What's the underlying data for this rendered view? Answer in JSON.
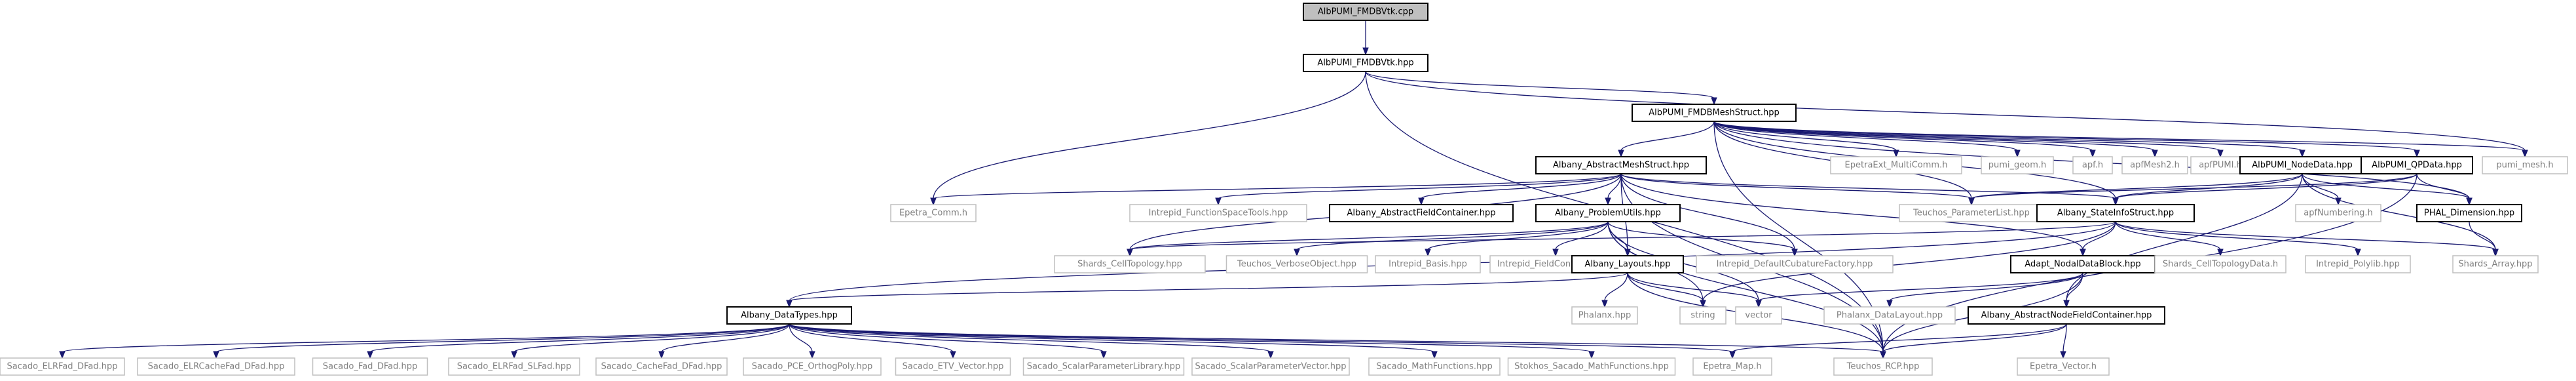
{
  "title": "AlbPUMI_FMDBVtk.cpp",
  "edge_color": "#191970",
  "nodes": [
    {
      "id": "n0",
      "label": "AlbPUMI_FMDBVtk.cpp",
      "style": "root"
    },
    {
      "id": "n1",
      "label": "AlbPUMI_FMDBVtk.hpp",
      "style": "documented"
    },
    {
      "id": "n2",
      "label": "AlbPUMI_FMDBMeshStruct.hpp",
      "style": "documented"
    },
    {
      "id": "n3",
      "label": "Albany_AbstractMeshStruct.hpp",
      "style": "documented"
    },
    {
      "id": "n4",
      "label": "Epetra_Comm.h",
      "style": "external"
    },
    {
      "id": "n5",
      "label": "Intrepid_FunctionSpaceTools.hpp",
      "style": "external"
    },
    {
      "id": "n6",
      "label": "Albany_AbstractFieldContainer.hpp",
      "style": "documented"
    },
    {
      "id": "n7",
      "label": "Albany_ProblemUtils.hpp",
      "style": "documented"
    },
    {
      "id": "n8",
      "label": "Teuchos_ParameterList.hpp",
      "style": "external"
    },
    {
      "id": "n9",
      "label": "Albany_StateInfoStruct.hpp",
      "style": "documented"
    },
    {
      "id": "n10",
      "label": "EpetraExt_MultiComm.h",
      "style": "external"
    },
    {
      "id": "n11",
      "label": "pumi_geom.h",
      "style": "external"
    },
    {
      "id": "n12",
      "label": "apf.h",
      "style": "external"
    },
    {
      "id": "n13",
      "label": "apfMesh2.h",
      "style": "external"
    },
    {
      "id": "n14",
      "label": "apfPUMI.h",
      "style": "external"
    },
    {
      "id": "n15",
      "label": "AlbPUMI_NodeData.hpp",
      "style": "documented"
    },
    {
      "id": "n16",
      "label": "AlbPUMI_QPData.hpp",
      "style": "documented"
    },
    {
      "id": "n17",
      "label": "pumi_mesh.h",
      "style": "external"
    },
    {
      "id": "n18",
      "label": "apfNumbering.h",
      "style": "external"
    },
    {
      "id": "n19",
      "label": "PHAL_Dimension.hpp",
      "style": "documented"
    },
    {
      "id": "n20",
      "label": "Shards_Array.hpp",
      "style": "external"
    },
    {
      "id": "n21",
      "label": "Shards_CellTopology.hpp",
      "style": "external"
    },
    {
      "id": "n22",
      "label": "Teuchos_VerboseObject.hpp",
      "style": "external"
    },
    {
      "id": "n23",
      "label": "Intrepid_Basis.hpp",
      "style": "external"
    },
    {
      "id": "n24",
      "label": "Intrepid_FieldContainer.hpp",
      "style": "external"
    },
    {
      "id": "n25",
      "label": "Albany_Layouts.hpp",
      "style": "documented"
    },
    {
      "id": "n26",
      "label": "Intrepid_DefaultCubatureFactory.hpp",
      "style": "external"
    },
    {
      "id": "n27",
      "label": "Adapt_NodalDataBlock.hpp",
      "style": "documented"
    },
    {
      "id": "n28",
      "label": "Shards_CellTopologyData.h",
      "style": "external"
    },
    {
      "id": "n29",
      "label": "Intrepid_Polylib.hpp",
      "style": "external"
    },
    {
      "id": "n30",
      "label": "Albany_DataTypes.hpp",
      "style": "documented"
    },
    {
      "id": "n31",
      "label": "Phalanx.hpp",
      "style": "external"
    },
    {
      "id": "n32",
      "label": "string",
      "style": "external"
    },
    {
      "id": "n33",
      "label": "vector",
      "style": "external"
    },
    {
      "id": "n34",
      "label": "Phalanx_DataLayout.hpp",
      "style": "external"
    },
    {
      "id": "n35",
      "label": "Albany_AbstractNodeFieldContainer.hpp",
      "style": "documented"
    },
    {
      "id": "n36",
      "label": "Epetra_Vector.h",
      "style": "external"
    },
    {
      "id": "n37",
      "label": "Teuchos_RCP.hpp",
      "style": "external"
    },
    {
      "id": "n38",
      "label": "Epetra_Map.h",
      "style": "external"
    },
    {
      "id": "n39",
      "label": "Sacado_ELRFad_DFad.hpp",
      "style": "external"
    },
    {
      "id": "n40",
      "label": "Sacado_ELRCacheFad_DFad.hpp",
      "style": "external"
    },
    {
      "id": "n41",
      "label": "Sacado_Fad_DFad.hpp",
      "style": "external"
    },
    {
      "id": "n42",
      "label": "Sacado_ELRFad_SLFad.hpp",
      "style": "external"
    },
    {
      "id": "n43",
      "label": "Sacado_CacheFad_DFad.hpp",
      "style": "external"
    },
    {
      "id": "n44",
      "label": "Sacado_PCE_OrthogPoly.hpp",
      "style": "external"
    },
    {
      "id": "n45",
      "label": "Sacado_ETV_Vector.hpp",
      "style": "external"
    },
    {
      "id": "n46",
      "label": "Sacado_ScalarParameterLibrary.hpp",
      "style": "external"
    },
    {
      "id": "n47",
      "label": "Sacado_ScalarParameterVector.hpp",
      "style": "external"
    },
    {
      "id": "n48",
      "label": "Sacado_MathFunctions.hpp",
      "style": "external"
    },
    {
      "id": "n49",
      "label": "Stokhos_Sacado_MathFunctions.hpp",
      "style": "external"
    }
  ],
  "edges": [
    [
      "n0",
      "n1"
    ],
    [
      "n1",
      "n2"
    ],
    [
      "n1",
      "n4"
    ],
    [
      "n1",
      "n17"
    ],
    [
      "n1",
      "n37"
    ],
    [
      "n2",
      "n3"
    ],
    [
      "n2",
      "n8"
    ],
    [
      "n2",
      "n10"
    ],
    [
      "n2",
      "n11"
    ],
    [
      "n2",
      "n12"
    ],
    [
      "n2",
      "n13"
    ],
    [
      "n2",
      "n14"
    ],
    [
      "n2",
      "n15"
    ],
    [
      "n2",
      "n16"
    ],
    [
      "n2",
      "n17"
    ],
    [
      "n2",
      "n9"
    ],
    [
      "n2",
      "n37"
    ],
    [
      "n2",
      "n19"
    ],
    [
      "n3",
      "n4"
    ],
    [
      "n3",
      "n5"
    ],
    [
      "n3",
      "n6"
    ],
    [
      "n3",
      "n7"
    ],
    [
      "n3",
      "n8"
    ],
    [
      "n3",
      "n9"
    ],
    [
      "n3",
      "n21"
    ],
    [
      "n3",
      "n25"
    ],
    [
      "n3",
      "n26"
    ],
    [
      "n3",
      "n27"
    ],
    [
      "n3",
      "n37"
    ],
    [
      "n7",
      "n21"
    ],
    [
      "n7",
      "n22"
    ],
    [
      "n7",
      "n23"
    ],
    [
      "n7",
      "n24"
    ],
    [
      "n7",
      "n25"
    ],
    [
      "n7",
      "n26"
    ],
    [
      "n7",
      "n32"
    ],
    [
      "n7",
      "n33"
    ],
    [
      "n7",
      "n37"
    ],
    [
      "n15",
      "n8"
    ],
    [
      "n15",
      "n9"
    ],
    [
      "n15",
      "n18"
    ],
    [
      "n15",
      "n19"
    ],
    [
      "n15",
      "n35"
    ],
    [
      "n15",
      "n20"
    ],
    [
      "n16",
      "n8"
    ],
    [
      "n16",
      "n9"
    ],
    [
      "n16",
      "n19"
    ],
    [
      "n16",
      "n37"
    ],
    [
      "n9",
      "n21"
    ],
    [
      "n9",
      "n27"
    ],
    [
      "n9",
      "n28"
    ],
    [
      "n9",
      "n29"
    ],
    [
      "n9",
      "n20"
    ],
    [
      "n9",
      "n30"
    ],
    [
      "n9",
      "n32"
    ],
    [
      "n19",
      "n20"
    ],
    [
      "n25",
      "n30"
    ],
    [
      "n25",
      "n31"
    ],
    [
      "n25",
      "n32"
    ],
    [
      "n25",
      "n33"
    ],
    [
      "n25",
      "n37"
    ],
    [
      "n27",
      "n33"
    ],
    [
      "n27",
      "n34"
    ],
    [
      "n27",
      "n35"
    ],
    [
      "n27",
      "n37"
    ],
    [
      "n35",
      "n36"
    ],
    [
      "n35",
      "n37"
    ],
    [
      "n35",
      "n38"
    ],
    [
      "n30",
      "n39"
    ],
    [
      "n30",
      "n40"
    ],
    [
      "n30",
      "n41"
    ],
    [
      "n30",
      "n42"
    ],
    [
      "n30",
      "n43"
    ],
    [
      "n30",
      "n44"
    ],
    [
      "n30",
      "n45"
    ],
    [
      "n30",
      "n46"
    ],
    [
      "n30",
      "n47"
    ],
    [
      "n30",
      "n48"
    ],
    [
      "n30",
      "n49"
    ],
    [
      "n30",
      "n38"
    ],
    [
      "n30",
      "n37"
    ]
  ]
}
